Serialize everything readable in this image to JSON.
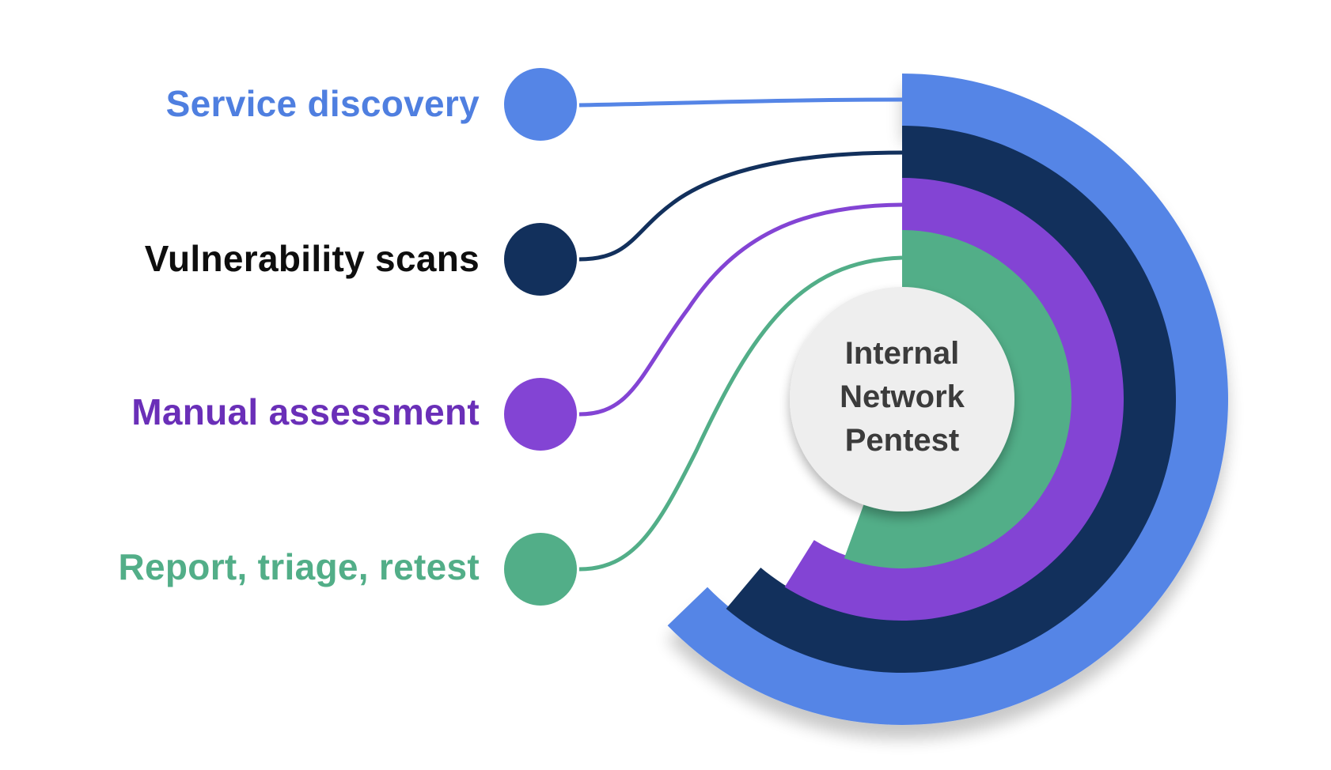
{
  "diagram": {
    "center_label_lines": [
      "Internal",
      "Network",
      "Pentest"
    ],
    "steps": [
      {
        "label": "Service discovery",
        "color": "#5585e6"
      },
      {
        "label": "Vulnerability scans",
        "color": "#12305c"
      },
      {
        "label": "Manual assessment",
        "color": "#8344d4"
      },
      {
        "label": "Report, triage, retest",
        "color": "#52ae88"
      }
    ],
    "label_colors": [
      "#4f7fe0",
      "#0e0e0e",
      "#6a2fb8",
      "#52ae88"
    ],
    "center_fill": "#eeeeee"
  }
}
